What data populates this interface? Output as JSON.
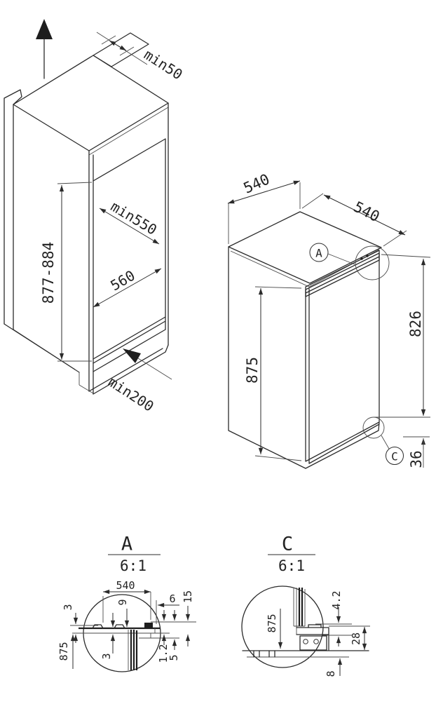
{
  "palette": {
    "ink": "#2b2b2b",
    "paper": "#ffffff"
  },
  "niche_view": {
    "min50": "min50",
    "height_range": "877-884",
    "depth_min": "min550",
    "width": "560",
    "vent_min": "min200"
  },
  "appliance_view": {
    "top_depth": "540",
    "top_width": "540",
    "door_height": "875",
    "right_height": "826",
    "bottom_offset": "36",
    "callout_a": "A",
    "callout_c": "C"
  },
  "detail_a": {
    "title": "A",
    "scale": "6:1",
    "width": "540",
    "top_gap": "3",
    "height_ref": "875",
    "offset_9": "9",
    "inner_gap": "3",
    "offset_6": "6",
    "depth_15": "15",
    "gap_1_2": "1.2",
    "overlap_5": "5"
  },
  "detail_c": {
    "title": "C",
    "scale": "6:1",
    "height_ref": "875",
    "gap_4_2": "4.2",
    "height_28": "28",
    "foot_8": "8"
  }
}
